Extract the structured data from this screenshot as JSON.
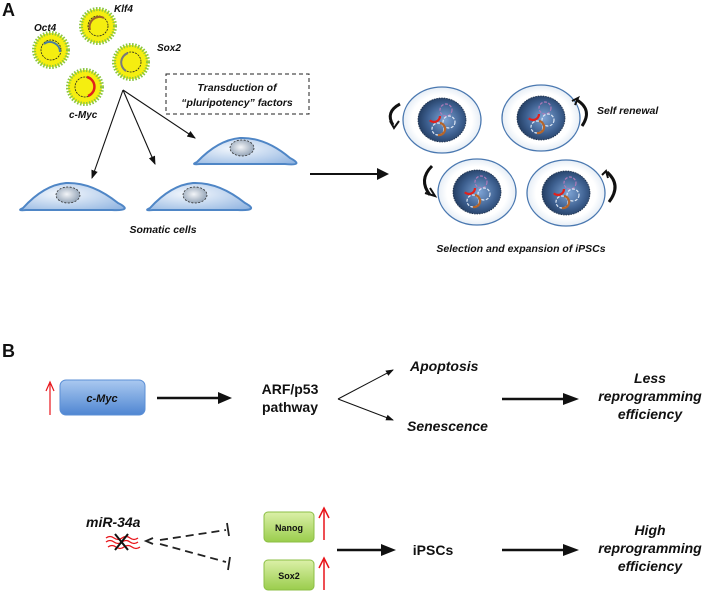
{
  "panel_a": {
    "label": "A",
    "factors": [
      {
        "name": "Oct4",
        "plasmid_color": "#4a7fa0"
      },
      {
        "name": "Klf4",
        "plasmid_color": "#a0622a"
      },
      {
        "name": "Sox2",
        "plasmid_color": "#7a7a7a"
      },
      {
        "name": "c-Myc",
        "plasmid_color": "#e0201c"
      }
    ],
    "transduction_box": {
      "line1": "Transduction of",
      "line2": "“pluripotency” factors"
    },
    "somatic_cells_label": "Somatic cells",
    "self_renewal_label": "Self renewal",
    "ipsc_label": "Selection and expansion of iPSCs"
  },
  "panel_b": {
    "label": "B",
    "row1": {
      "cmyc_label": "c-Myc",
      "pathway_line1": "ARF/p53",
      "pathway_line2": "pathway",
      "outcome1": "Apoptosis",
      "outcome2": "Senescence",
      "result_line1": "Less",
      "result_line2": "reprogramming",
      "result_line3": "efficiency"
    },
    "row2": {
      "mirna_label": "miR-34a",
      "target1": "Nanog",
      "target2": "Sox2",
      "ipsc_label": "iPSCs",
      "result_line1": "High",
      "result_line2": "reprogramming",
      "result_line3": "efficiency"
    }
  },
  "colors": {
    "upregulation_arrow": "#e8141a",
    "cmyc_box": "#5b8fd6",
    "target_box": "#a9d45a",
    "virus_yellow": "#f5ee10",
    "virus_spikes": "#8cc63f",
    "cell_blue": "#4f86c6"
  }
}
